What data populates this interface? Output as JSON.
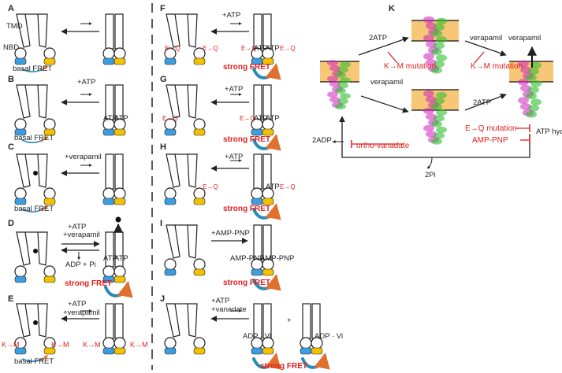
{
  "colors": {
    "blue": "#3c9ee0",
    "yellow": "#f2c200",
    "red": "#e02020",
    "teal": "#2a8bb5",
    "orange": "#e07030",
    "membrane": "#f7c777",
    "magenta": "#d020c0",
    "green": "#30c030"
  },
  "icons": [
    "basal-fret-arrow-icon",
    "strong-fret-arrow-icon",
    "equilibrium-arrow-icon",
    "verapamil-dot-icon",
    "inhibition-bar-icon"
  ],
  "panels": {
    "A": {
      "label": "A",
      "tmd": "TMD",
      "nbd": "NBD",
      "fret": "basal FRET"
    },
    "B": {
      "label": "B",
      "reagent": "+ATP",
      "atp_left": "ATP",
      "atp_right": "ATP",
      "fret": "basal FRET"
    },
    "C": {
      "label": "C",
      "reagent": "+verapamil",
      "fret": "basal FRET"
    },
    "D": {
      "label": "D",
      "reagent1": "+ATP",
      "reagent2": "+verapamil",
      "product": "ADP + Pi",
      "atp_left": "ATP",
      "atp_right": "ATP",
      "fret": "strong FRET"
    },
    "E": {
      "label": "E",
      "reagent1": "+ATP",
      "reagent2": "+verapamil",
      "mut_left": "K→M",
      "mut_right": "K→M",
      "mut_left2": "K→M",
      "mut_right2": "K→M",
      "fret": "basal FRET"
    },
    "F": {
      "label": "F",
      "reagent": "+ATP",
      "mut_left": "E→Q",
      "mut_right": "E→Q",
      "mut_left2": "E→Q",
      "atp_left": "ATP",
      "atp_right": "ATP",
      "mut_right2": "E→Q",
      "fret": "strong FRET"
    },
    "G": {
      "label": "G",
      "reagent": "+ATP",
      "mut_left": "E→Q",
      "mut_left2": "E→Q",
      "atp_left": "ATP",
      "atp_right": "ATP",
      "fret": "strong FRET"
    },
    "H": {
      "label": "H",
      "reagent": "+ATP",
      "mut_right": "E→Q",
      "atp_right": "ATP",
      "mut_right2": "E→Q",
      "fret": "strong FRET"
    },
    "I": {
      "label": "I",
      "reagent": "+AMP-PNP",
      "nuc_left": "AMP-PNP",
      "nuc_right": "AMP-PNP",
      "fret": "strong FRET"
    },
    "J": {
      "label": "J",
      "reagent1": "+ATP",
      "reagent2": "+vanadate",
      "complex1": "ADP · Vi",
      "plus": "+",
      "complex2": "ADP · Vi",
      "fret": "strong FRET"
    },
    "K": {
      "label": "K",
      "atp_top": "2ATP",
      "verapamil_top": "verapamil",
      "verapamil_out": "verapamil",
      "km_left": "K→M mutation",
      "km_right": "K→M mutation",
      "verapamil_mid": "verapamil",
      "atp_mid": "2ATP",
      "adp": "2ADP",
      "vanadate": "ortho-vanadate",
      "eq": "E→Q mutation",
      "amppnp": "AMP-PNP",
      "hydrolysis": "ATP hydrolysis",
      "pi": "2Pi"
    }
  }
}
